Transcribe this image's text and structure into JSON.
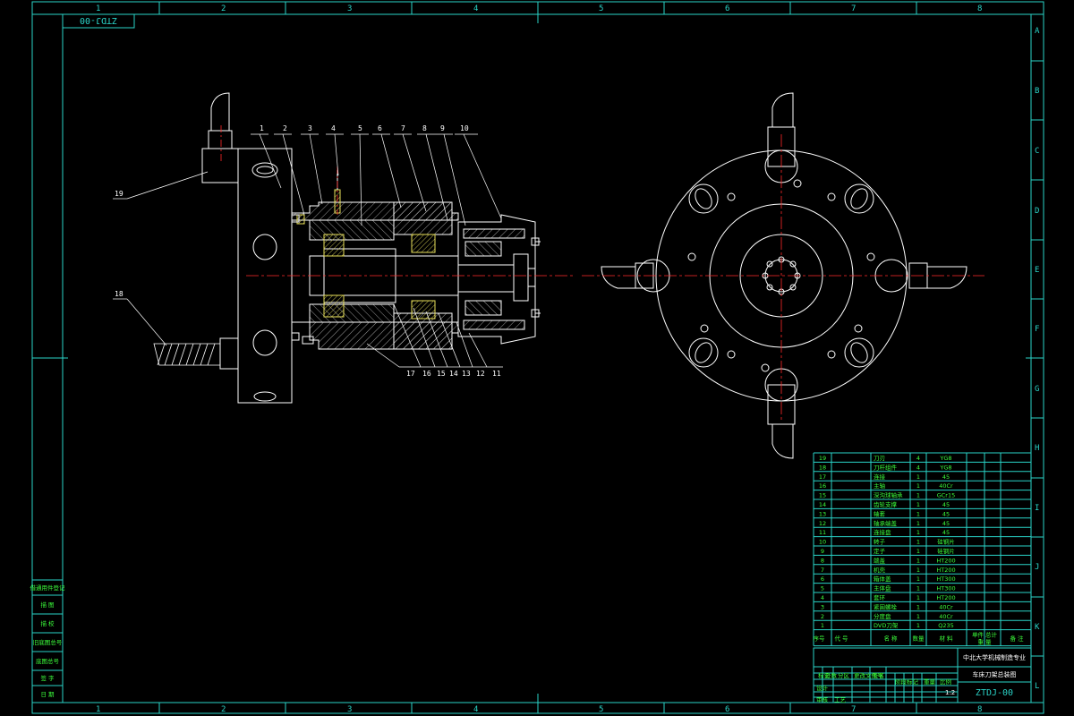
{
  "drawing": {
    "number": "ZTDJ-00",
    "number_mirrored": "ZTDJ-00",
    "columns": [
      "1",
      "2",
      "3",
      "4",
      "5",
      "6",
      "7",
      "8"
    ],
    "rows": [
      "A",
      "B",
      "C",
      "D",
      "E",
      "F",
      "G",
      "H",
      "I",
      "J",
      "K",
      "L"
    ],
    "balloons_top": [
      "1",
      "2",
      "3",
      "4",
      "5",
      "6",
      "7",
      "8",
      "9",
      "10"
    ],
    "balloons_bottom": [
      "17",
      "16",
      "15",
      "14",
      "13",
      "12",
      "11"
    ],
    "balloons_left": [
      "19",
      "18"
    ],
    "colors": {
      "frame": "#2ad4c8",
      "geometry": "#ffffff",
      "centerline": "#ff2a2a",
      "hatch": "#ffffff",
      "highlight": "#e8e05a",
      "table_text": "#3cff3c"
    }
  },
  "side_panel": {
    "items": [
      "借通用件登记",
      "描 图",
      "描 校",
      "旧底图总号",
      "底图总号",
      "签 字",
      "日 期"
    ]
  },
  "parts_list": {
    "rows": [
      {
        "no": "19",
        "name": "刀刃",
        "qty": "4",
        "material": "YG8"
      },
      {
        "no": "18",
        "name": "刀杆组件",
        "qty": "4",
        "material": "YG8"
      },
      {
        "no": "17",
        "name": "连接",
        "qty": "1",
        "material": "45"
      },
      {
        "no": "16",
        "name": "主轴",
        "qty": "1",
        "material": "40Cr"
      },
      {
        "no": "15",
        "name": "深沟球轴承",
        "qty": "1",
        "material": "GCr15"
      },
      {
        "no": "14",
        "name": "齿轮支撑",
        "qty": "1",
        "material": "45"
      },
      {
        "no": "13",
        "name": "轴套",
        "qty": "1",
        "material": "45"
      },
      {
        "no": "12",
        "name": "轴承端盖",
        "qty": "1",
        "material": "45"
      },
      {
        "no": "11",
        "name": "连接盘",
        "qty": "1",
        "material": "45"
      },
      {
        "no": "10",
        "name": "转子",
        "qty": "1",
        "material": "硅钢片"
      },
      {
        "no": "9",
        "name": "定子",
        "qty": "1",
        "material": "硅钢片"
      },
      {
        "no": "8",
        "name": "端盖",
        "qty": "1",
        "material": "HT200"
      },
      {
        "no": "7",
        "name": "机壳",
        "qty": "1",
        "material": "HT200"
      },
      {
        "no": "6",
        "name": "箱体盖",
        "qty": "1",
        "material": "HT300"
      },
      {
        "no": "5",
        "name": "主体盘",
        "qty": "1",
        "material": "HT300"
      },
      {
        "no": "4",
        "name": "套环",
        "qty": "1",
        "material": "HT200"
      },
      {
        "no": "3",
        "name": "紧固螺栓",
        "qty": "1",
        "material": "40Cr"
      },
      {
        "no": "2",
        "name": "分度盘",
        "qty": "1",
        "material": "40Cr"
      },
      {
        "no": "1",
        "name": "DVD刀架",
        "qty": "1",
        "material": "Q235"
      }
    ],
    "header": {
      "no": "序号",
      "code": "代 号",
      "name": "名 称",
      "qty": "数量",
      "material": "材 料",
      "weight": "单件 总计",
      "weight_sub": "重 量",
      "remark": "备 注"
    }
  },
  "title_block": {
    "school": "中北大学机械制造专业",
    "title": "车床刀架总装图",
    "scale_value": "1:2",
    "labels": [
      "标记",
      "处数",
      "分区",
      "更改文件号",
      "签名",
      "年月日",
      "设计",
      "审核",
      "工艺",
      "阶段标记",
      "重量",
      "比例"
    ]
  }
}
